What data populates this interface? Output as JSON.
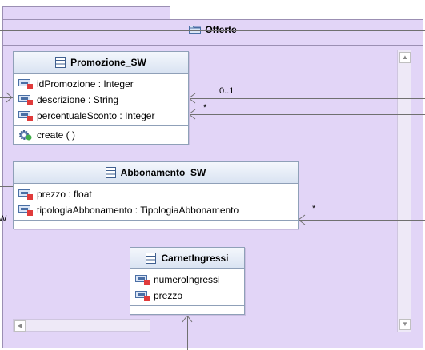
{
  "package": {
    "title": "Offerte"
  },
  "classes": {
    "promozione": {
      "name": "Promozione_SW",
      "attributes": [
        "idPromozione : Integer",
        "descrizione : String",
        "percentualeSconto : Integer"
      ],
      "operations": [
        "create ( )"
      ]
    },
    "abbonamento": {
      "name": "Abbonamento_SW",
      "attributes": [
        "prezzo : float",
        "tipologiaAbbonamento : TipologiaAbbonamento"
      ]
    },
    "carnet": {
      "name": "CarnetIngressi",
      "attributes": [
        "numeroIngressi",
        "prezzo"
      ]
    }
  },
  "associations": {
    "promo_mult_1": "0..1",
    "promo_mult_2": "*",
    "abb_mult": "*",
    "edge_fragment": "W"
  },
  "icons": {
    "class": "class-icon",
    "attribute": "attribute-icon",
    "operation": "operation-gear-icon",
    "folder": "package-folder-icon"
  },
  "colors": {
    "package_fill": "#e2d5f7",
    "class_header": "#d9e3f2",
    "border": "#8fa0b8",
    "attribute_icon_red": "#e03b3b"
  }
}
